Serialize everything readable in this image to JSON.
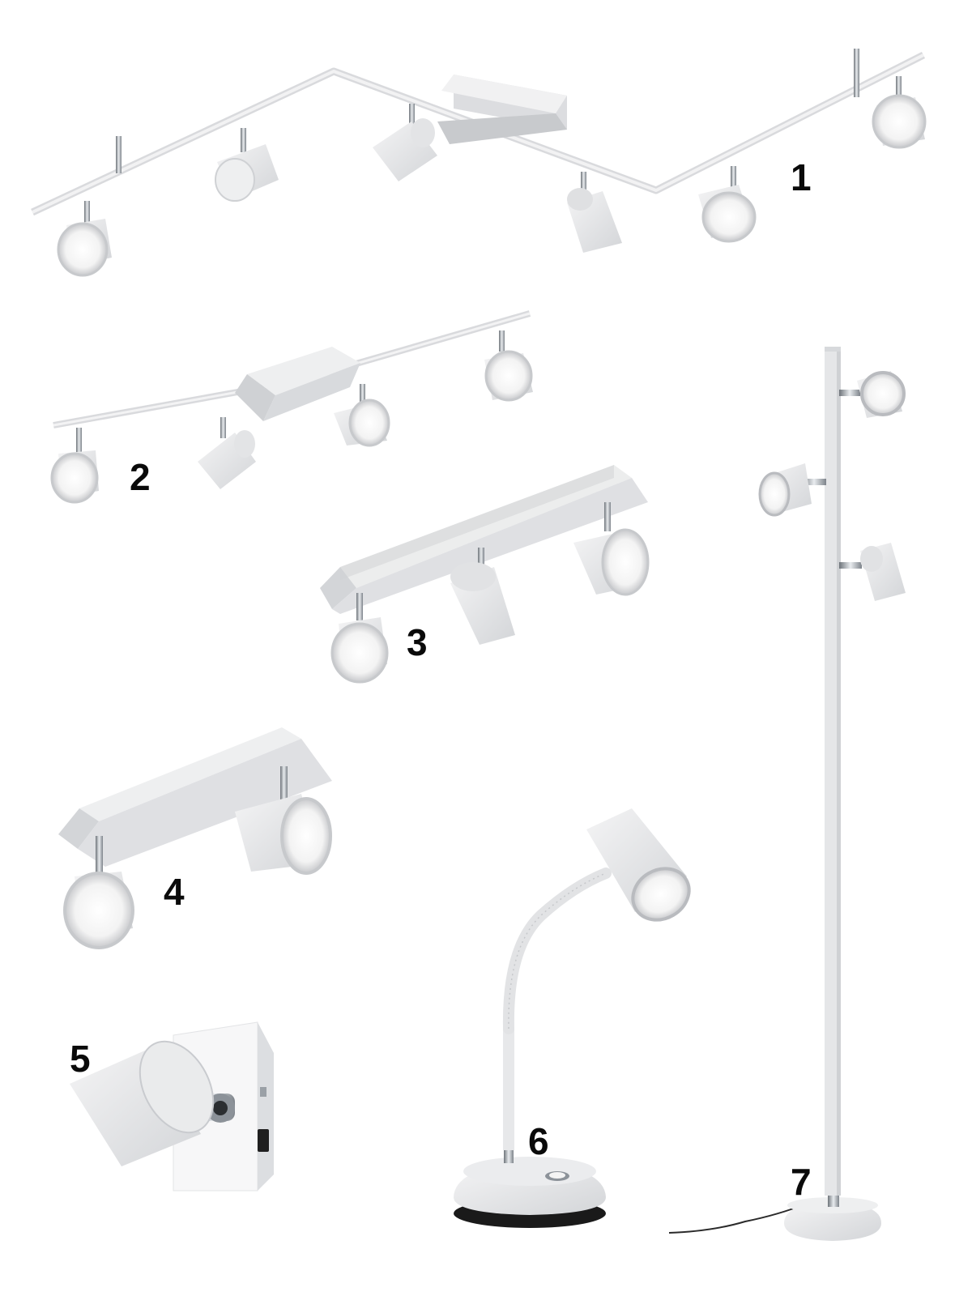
{
  "labels": {
    "l1": "1",
    "l2": "2",
    "l3": "3",
    "l4": "4",
    "l5": "5",
    "l6": "6",
    "l7": "7"
  },
  "colors": {
    "background": "#ffffff",
    "fixture_white": "#e6e7e9",
    "fixture_shade": "#c9cbcf",
    "chrome": "#9aa0a6",
    "lens_glow": "#f7f7f7",
    "cable": "#2a2a2a",
    "label": "#0a0a0a"
  },
  "products": [
    {
      "label_ref": "l1",
      "kind": "ceiling-spot-bar-6"
    },
    {
      "label_ref": "l2",
      "kind": "ceiling-spot-bar-4"
    },
    {
      "label_ref": "l3",
      "kind": "ceiling-spot-plate-3"
    },
    {
      "label_ref": "l4",
      "kind": "ceiling-spot-plate-2"
    },
    {
      "label_ref": "l5",
      "kind": "wall-spot-1"
    },
    {
      "label_ref": "l6",
      "kind": "table-lamp"
    },
    {
      "label_ref": "l7",
      "kind": "floor-lamp-3"
    }
  ]
}
